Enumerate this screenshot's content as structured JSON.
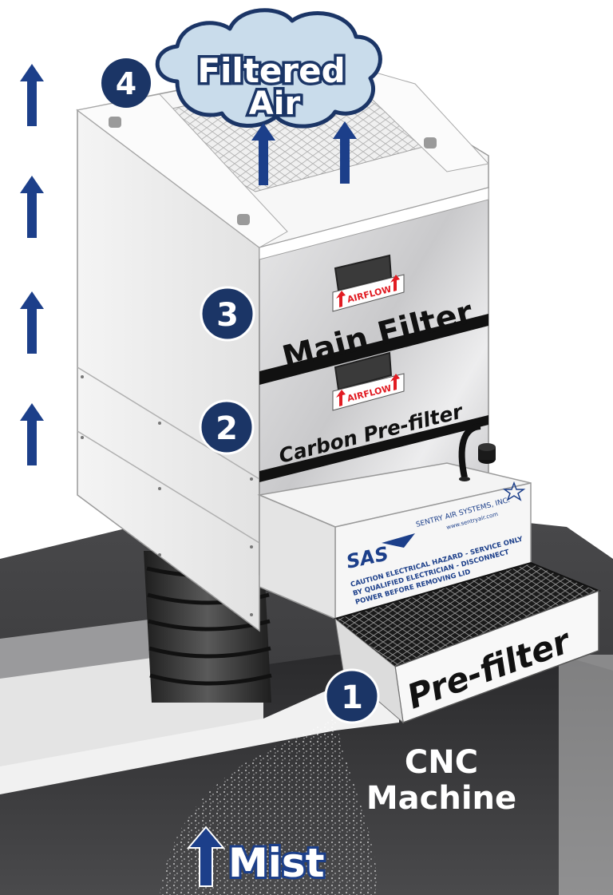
{
  "labels": {
    "filtered_line1": "Filtered",
    "filtered_line2": "Air",
    "main_filter": "Main Filter",
    "carbon_prefilter": "Carbon Pre-filter",
    "prefilter": "Pre-filter",
    "cnc_line1": "CNC",
    "cnc_line2": "Machine",
    "mist": "Mist",
    "airflow_1": "AIRFLOW",
    "airflow_2": "AIRFLOW"
  },
  "steps": {
    "n1": "1",
    "n2": "2",
    "n3": "3",
    "n4": "4"
  },
  "brand": {
    "logo": "SAS",
    "company": "SENTRY AIR SYSTEMS, INC.",
    "website": "www.sentryair.com",
    "caution_1": "CAUTION ELECTRICAL HAZARD - SERVICE ONLY",
    "caution_2": "BY QUALIFIED ELECTRICIAN - DISCONNECT",
    "caution_3": "POWER BEFORE REMOVING LID"
  },
  "colors": {
    "navy": "#1c3f8a",
    "badge": "#1b3566",
    "cloud": "#c9dceb",
    "machine": "#3c3c3e",
    "red_arrow": "#e11b22"
  }
}
